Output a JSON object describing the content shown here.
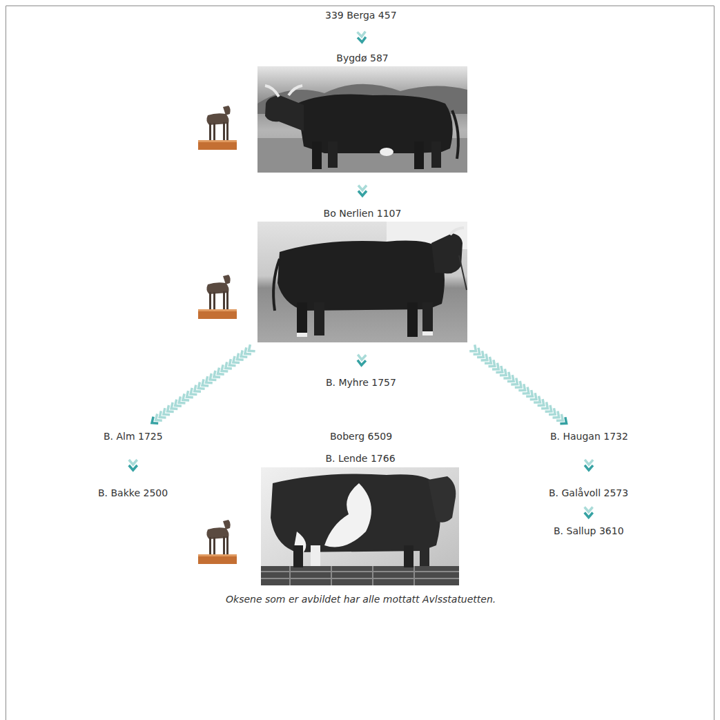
{
  "diagram": {
    "caption": "Oksene som er avbildet har alle mottatt Avlsstatuetten.",
    "nodes": [
      {
        "text": [
          "339 Berga 457"
        ]
      },
      {
        "text": [
          "Bygdø 587"
        ]
      },
      {
        "text": [
          "Bo Nerlien 1107"
        ]
      },
      {
        "text": [
          "B. Myhre 1757"
        ]
      },
      {
        "text": [
          "B. Alm 1725"
        ]
      },
      {
        "text": [
          "Boberg 6509"
        ]
      },
      {
        "text": [
          "B. Haugan 1732"
        ]
      },
      {
        "text": [
          "B. Lende 1766"
        ]
      },
      {
        "text": [
          "B. Bakke 2500"
        ]
      },
      {
        "text": [
          "B. Galåvoll 2573"
        ]
      },
      {
        "text": [
          "B. Sallup 3610"
        ]
      }
    ],
    "edges": [
      {
        "from": 0,
        "to": 1,
        "arrow": "to"
      },
      {
        "from": 1,
        "to": 2,
        "arrow": "to"
      },
      {
        "from": 2,
        "to": 3,
        "arrow": "to"
      },
      {
        "from": 2,
        "to": 4,
        "arrow": "to"
      },
      {
        "from": 2,
        "to": 6,
        "arrow": "to"
      },
      {
        "from": 4,
        "to": 8,
        "arrow": "to"
      },
      {
        "from": 6,
        "to": 9,
        "arrow": "to"
      },
      {
        "from": 9,
        "to": 10,
        "arrow": "to"
      }
    ]
  }
}
